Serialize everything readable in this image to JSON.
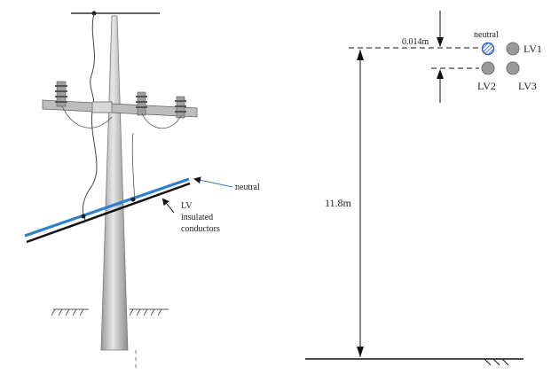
{
  "left_drawing": {
    "neutral_label": "neutral",
    "lv_label_lines": [
      "LV",
      "insulated",
      "conductors"
    ]
  },
  "right_drawing": {
    "spacing_label": "0.014m",
    "height_label": "11.8m",
    "conductors": [
      {
        "label": "neutral",
        "style": "hatched-blue"
      },
      {
        "label": "LV1",
        "style": "grey"
      },
      {
        "label": "LV2",
        "style": "grey"
      },
      {
        "label": "LV3",
        "style": "grey"
      }
    ]
  },
  "colors": {
    "neutral_line": "#2f7fd0",
    "lv_line": "#111111",
    "pole": "#cfcfcf",
    "conductor_grey": "#9a9a9a",
    "neutral_fill": "#2a5cb8"
  }
}
